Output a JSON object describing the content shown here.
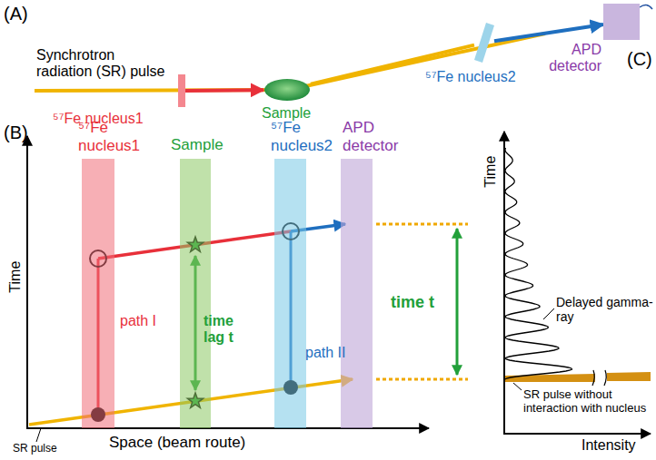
{
  "diagram": {
    "nodes": [
      {
        "text": [
          "⁵⁷Fe nucleus1"
        ]
      },
      {
        "text": [
          "Sample"
        ]
      },
      {
        "text": [
          "⁵⁷Fe nucleus2"
        ]
      },
      {
        "text": [
          "APD detector"
        ]
      },
      {
        "text": [
          "⁵⁷Fe nucleus1"
        ]
      },
      {
        "text": [
          "Sample"
        ]
      },
      {
        "text": [
          "⁵⁷Fe nucleus2"
        ]
      },
      {
        "text": [
          "APD detector"
        ]
      }
    ],
    "edges": [
      {
        "from": 0,
        "to": 1,
        "arrow": "to"
      },
      {
        "from": 1,
        "to": 2,
        "arrow": "none"
      },
      {
        "from": 2,
        "to": 3,
        "arrow": "to"
      }
    ],
    "labels": [
      "(A)",
      "Synchrotron radiation (SR) pulse",
      "(B)",
      "path I",
      "time lag t",
      "path II",
      "time t",
      "Time",
      "Space (beam route)",
      "SR pulse",
      "(C)",
      "Time",
      "Delayed gamma-ray",
      "SR pulse without interaction with nucleus",
      "Intensity"
    ]
  }
}
